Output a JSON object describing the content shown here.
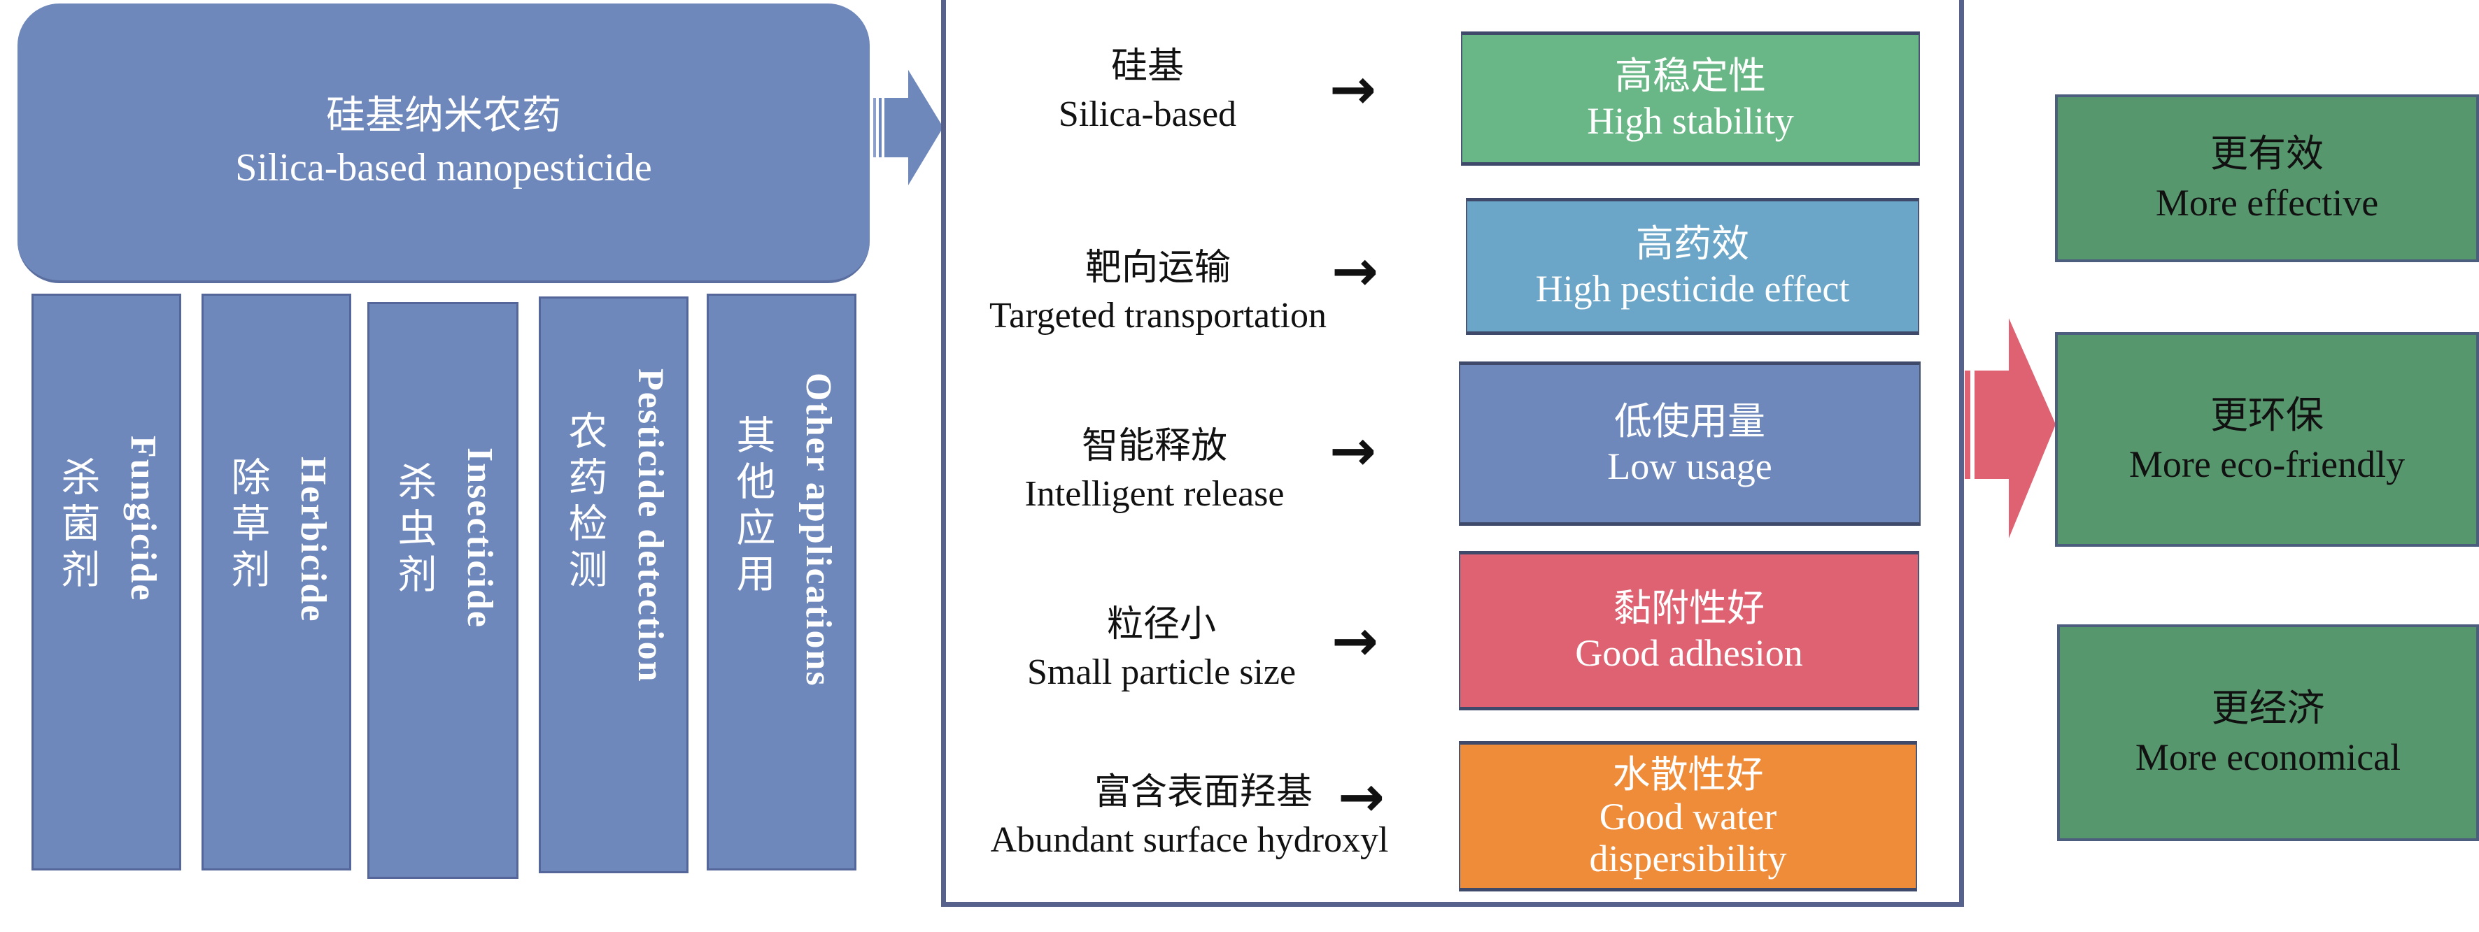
{
  "source": {
    "title_zh": "硅基纳米农药",
    "title_en": "Silica-based nanopesticide"
  },
  "applications": [
    {
      "zh": "杀菌剂",
      "en": "Fungicide"
    },
    {
      "zh": "除草剂",
      "en": "Herbicide"
    },
    {
      "zh": "杀虫剂",
      "en": "Insecticide"
    },
    {
      "zh": "农药检测",
      "en": "Pesticide detection"
    },
    {
      "zh": "其他应用",
      "en": "Other applications"
    }
  ],
  "properties": [
    {
      "feature_zh": "硅基",
      "feature_en": "Silica-based",
      "arrow": "→",
      "benefit_zh": "高稳定性",
      "benefit_en": "High stability",
      "color": "#69b786"
    },
    {
      "feature_zh": "靶向运输",
      "feature_en": "Targeted transportation",
      "arrow": "→",
      "benefit_zh": "高药效",
      "benefit_en": "High pesticide effect",
      "color": "#6ba5c7"
    },
    {
      "feature_zh": "智能释放",
      "feature_en": "Intelligent release",
      "arrow": "→",
      "benefit_zh": "低使用量",
      "benefit_en": "Low usage",
      "color": "#6f88bc"
    },
    {
      "feature_zh": "粒径小",
      "feature_en": "Small particle size",
      "arrow": "→",
      "benefit_zh": "黏附性好",
      "benefit_en": "Good adhesion",
      "color": "#de6272"
    },
    {
      "feature_zh": "富含表面羟基",
      "feature_en": "Abundant surface hydroxyl",
      "arrow": "→",
      "benefit_zh": "水散性好",
      "benefit_en": "Good water dispersibility",
      "color": "#ef8c3a"
    }
  ],
  "outcomes": [
    {
      "zh": "更有效",
      "en": "More effective"
    },
    {
      "zh": "更环保",
      "en": "More eco-friendly"
    },
    {
      "zh": "更经济",
      "en": "More economical"
    }
  ],
  "colors": {
    "primary_blue": "#6f88bc",
    "frame_border": "#56618c",
    "outcome_green": "#57976d",
    "red_arrow": "#de6272"
  }
}
